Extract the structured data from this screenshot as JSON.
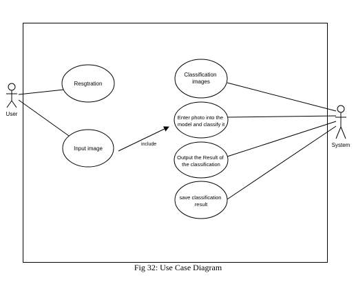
{
  "diagram": {
    "actors": {
      "user": "User",
      "system": "System"
    },
    "use_cases": {
      "registration": [
        "Resgtration"
      ],
      "input_image": [
        "Input image"
      ],
      "classification_images": [
        "Classification",
        "images"
      ],
      "enter_photo": [
        "Enter photo into the",
        "model and classify it"
      ],
      "output_result": [
        "Output the Result of",
        "the classification"
      ],
      "save_result": [
        "save classification",
        "result"
      ]
    },
    "relationships": {
      "include_label": "include"
    }
  },
  "caption": "Fig 32: Use Case Diagram"
}
